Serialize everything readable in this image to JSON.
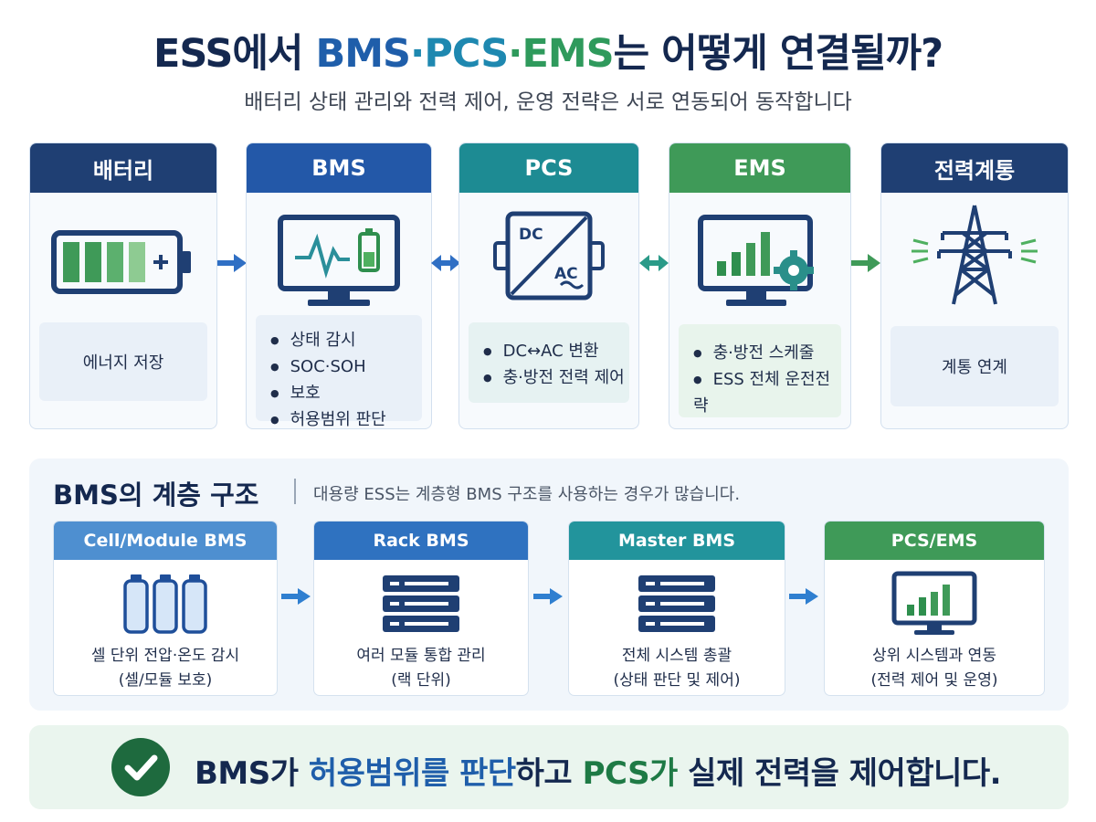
{
  "title": {
    "part1": "ESS에서 ",
    "bms": "BMS",
    "dot1": "·",
    "pcs": "PCS",
    "dot2": "·",
    "ems": "EMS",
    "part2": "는 어떻게 연결될까?"
  },
  "subtitle": "배터리 상태 관리와 전력 제어, 운영 전략은 서로 연동되어 동작합니다",
  "flow": [
    {
      "header": "배터리",
      "color": "#1f3f73",
      "icon": "battery-icon",
      "items": [
        "에너지 저장"
      ]
    },
    {
      "header": "BMS",
      "color": "#2358a8",
      "icon": "monitor-battery-icon",
      "items": [
        "상태 감시",
        "SOC·SOH",
        "보호",
        "허용범위 판단"
      ]
    },
    {
      "header": "PCS",
      "color": "#1d8b93",
      "icon": "dc-ac-converter-icon",
      "items": [
        "DC↔AC 변환",
        "충·방전 전력 제어"
      ],
      "dc": "DC",
      "ac": "AC"
    },
    {
      "header": "EMS",
      "color": "#3f9a58",
      "icon": "monitor-chart-gear-icon",
      "items": [
        "충·방전 스케줄",
        "ESS 전체 운전전략"
      ]
    },
    {
      "header": "전력계통",
      "color": "#1f3f73",
      "icon": "power-tower-icon",
      "items": [
        "계통 연계"
      ]
    }
  ],
  "hierarchy": {
    "title": "BMS의 계층 구조",
    "description": "대용량 ESS는 계층형 BMS 구조를 사용하는 경우가 많습니다.",
    "levels": [
      {
        "header": "Cell/Module BMS",
        "color": "#4e8fd0",
        "icon": "battery-cells-icon",
        "line1": "셀 단위 전압·온도 감시",
        "line2": "(셀/모듈 보호)"
      },
      {
        "header": "Rack BMS",
        "color": "#2f72c0",
        "icon": "server-rack-icon",
        "line1": "여러 모듈 통합 관리",
        "line2": "(랙 단위)"
      },
      {
        "header": "Master BMS",
        "color": "#22949c",
        "icon": "server-rack-icon",
        "line1": "전체 시스템 총괄",
        "line2": "(상태 판단 및 제어)"
      },
      {
        "header": "PCS/EMS",
        "color": "#3f9a58",
        "icon": "monitor-chart-icon",
        "line1": "상위 시스템과 연동",
        "line2": "(전력 제어 및 운영)"
      }
    ]
  },
  "callout": {
    "icon": "check-circle-icon",
    "p1": "BMS가 ",
    "p2": "허용범위를 판단",
    "p3": "하고 ",
    "p4": "PCS가",
    "p5": " 실제 전력을 제어합니다."
  }
}
